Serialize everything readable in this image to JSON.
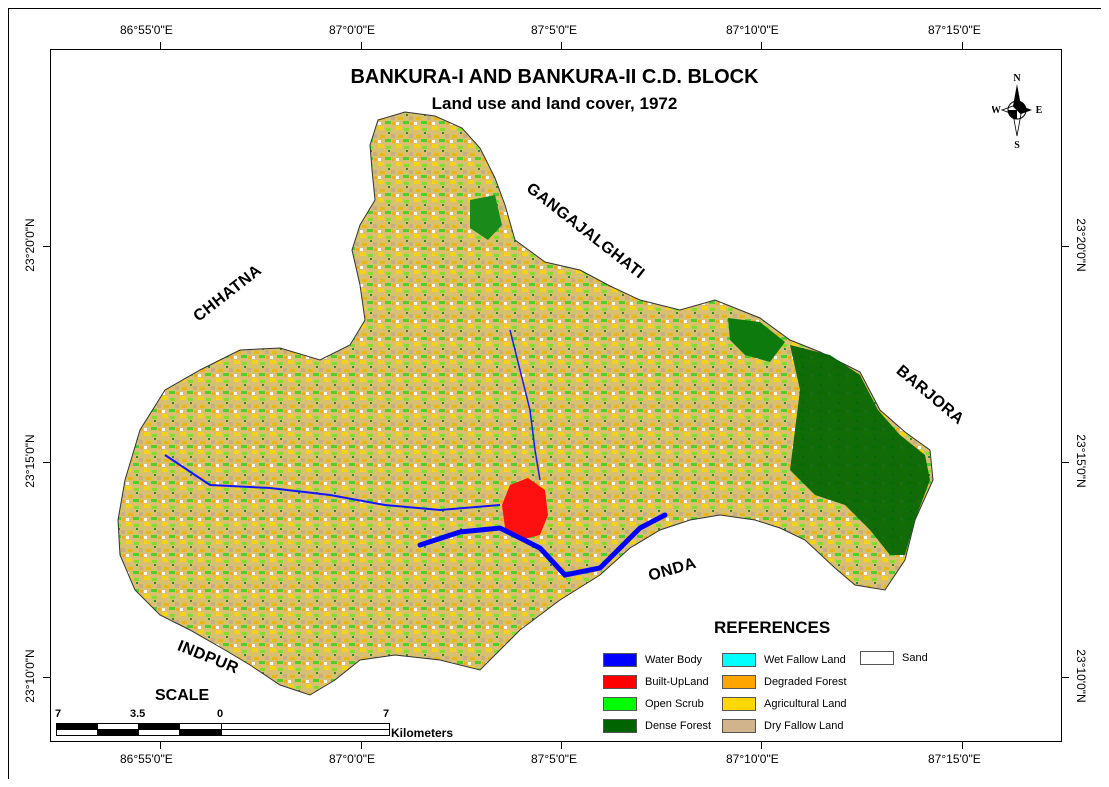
{
  "map": {
    "title": "BANKURA-I AND BANKURA-II C.D. BLOCK",
    "subtitle": "Land use and land cover, 1972",
    "top_ticks": [
      "86°55'0\"E",
      "87°0'0\"E",
      "87°5'0\"E",
      "87°10'0\"E",
      "87°15'0\"E"
    ],
    "bottom_ticks": [
      "86°55'0\"E",
      "87°0'0\"E",
      "87°5'0\"E",
      "87°10'0\"E",
      "87°15'0\"E"
    ],
    "left_ticks": [
      "23°20'0\"N",
      "23°15'0\"N",
      "23°10'0\"N"
    ],
    "right_ticks": [
      "23°20'0\"N",
      "23°15'0\"N",
      "23°10'0\"N"
    ],
    "neighbours": {
      "chhatna": "CHHATNA",
      "gangajalghati": "GANGAJALGHATI",
      "barjora": "BARJORA",
      "onda": "ONDA",
      "indpur": "INDPUR"
    },
    "compass": {
      "n": "N",
      "s": "S",
      "e": "E",
      "w": "W"
    },
    "legend": {
      "title": "REFERENCES",
      "items": [
        {
          "label": "Water Body",
          "color": "#0000ff"
        },
        {
          "label": "Built-UpLand",
          "color": "#ff0000"
        },
        {
          "label": "Open Scrub",
          "color": "#00ff00"
        },
        {
          "label": "Dense Forest",
          "color": "#006400"
        },
        {
          "label": "Wet Fallow Land",
          "color": "#00ffff"
        },
        {
          "label": "Degraded Forest",
          "color": "#ffa500"
        },
        {
          "label": "Agricultural Land",
          "color": "#ffd700"
        },
        {
          "label": "Dry Fallow Land",
          "color": "#d2b48c"
        },
        {
          "label": "Sand",
          "color": "#ffffff"
        }
      ]
    },
    "scale": {
      "title": "SCALE",
      "labels": [
        "7",
        "3.5",
        "0",
        "7"
      ],
      "units": "Kilometers"
    }
  }
}
